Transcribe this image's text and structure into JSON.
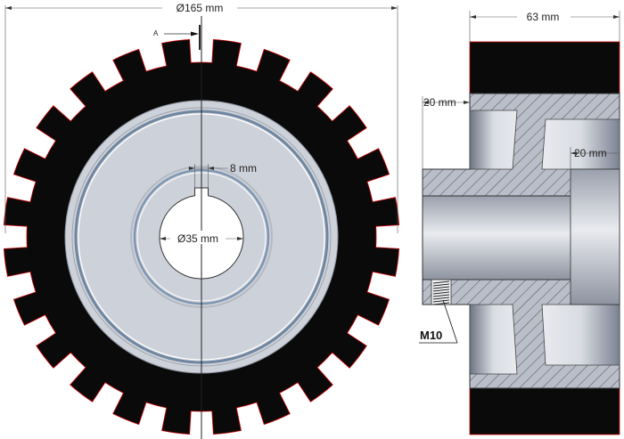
{
  "front_view": {
    "outer_diameter_label": "Ø165 mm",
    "bore_diameter_label": "Ø35 mm",
    "keyway_width_label": "8 mm",
    "section_marker": "A",
    "tooth_count": 24
  },
  "side_view": {
    "width_label": "63 mm",
    "hub_depth_left_label": "20 mm",
    "hub_depth_right_label": "20 mm",
    "thread_label": "M10"
  },
  "colors": {
    "rubber": "#0a0a0a",
    "outline_red": "#cc0000",
    "disc_face": "#cdd1d9",
    "steel_mid": "#8f95a3",
    "hatch": "#555a66"
  }
}
